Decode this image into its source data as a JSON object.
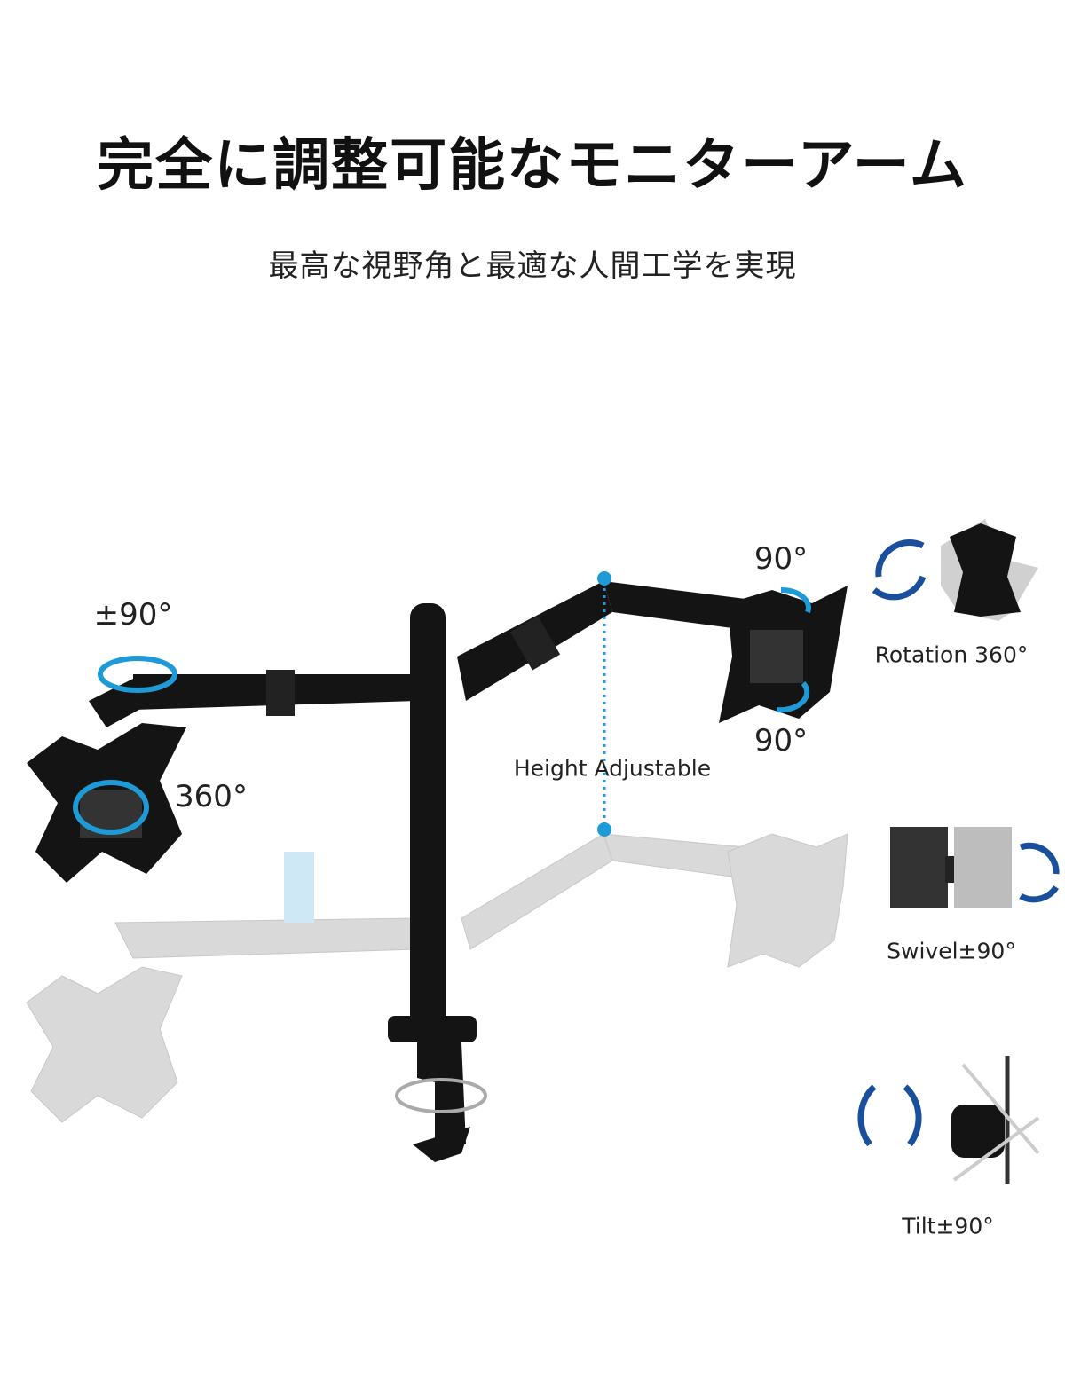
{
  "title": "完全に調整可能なモニターアーム",
  "subtitle": "最高な視野角と最適な人間工学を実現",
  "labels": {
    "left_swivel": "±90°",
    "left_rotation": "360°",
    "right_top": "90°",
    "right_bottom": "90°",
    "height": "Height Adjustable"
  },
  "features": [
    {
      "label": "Rotation 360°",
      "icon": "rotation-icon"
    },
    {
      "label": "Swivel±90°",
      "icon": "swivel-icon"
    },
    {
      "label": "Tilt±90°",
      "icon": "tilt-icon"
    }
  ],
  "colors": {
    "accent": "#1e9bd7",
    "arrow_dark": "#1a4f9c",
    "arm": "#141414",
    "ghost": "#d6d6d6"
  }
}
